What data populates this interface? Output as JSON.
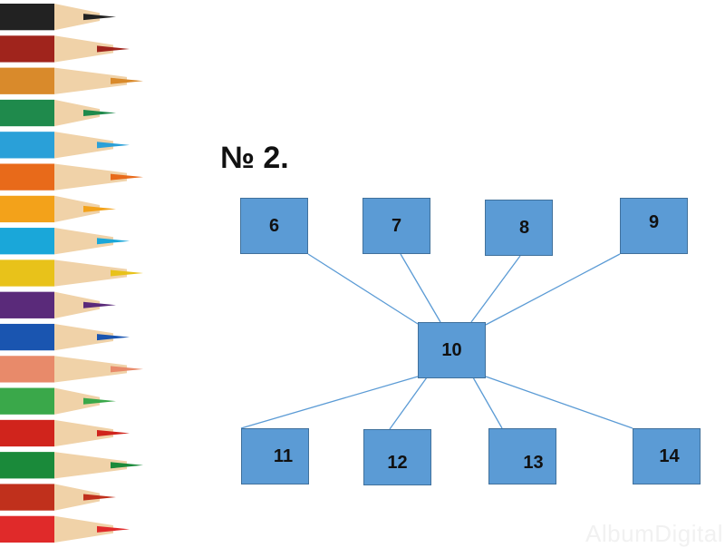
{
  "title": "№ 2.",
  "nodes": {
    "n6": "6",
    "n7": "7",
    "n8": "8",
    "n9": "9",
    "n10": "10",
    "n11": "11",
    "n12": "12",
    "n13": "13",
    "n14": "14"
  },
  "edges": [
    [
      "10",
      "6"
    ],
    [
      "10",
      "7"
    ],
    [
      "10",
      "8"
    ],
    [
      "10",
      "9"
    ],
    [
      "10",
      "11"
    ],
    [
      "10",
      "12"
    ],
    [
      "10",
      "13"
    ],
    [
      "10",
      "14"
    ]
  ],
  "colors": {
    "box_fill": "#5b9bd5",
    "box_border": "#41719c",
    "line": "#5b9bd5"
  },
  "watermark": "AlbumDigital"
}
